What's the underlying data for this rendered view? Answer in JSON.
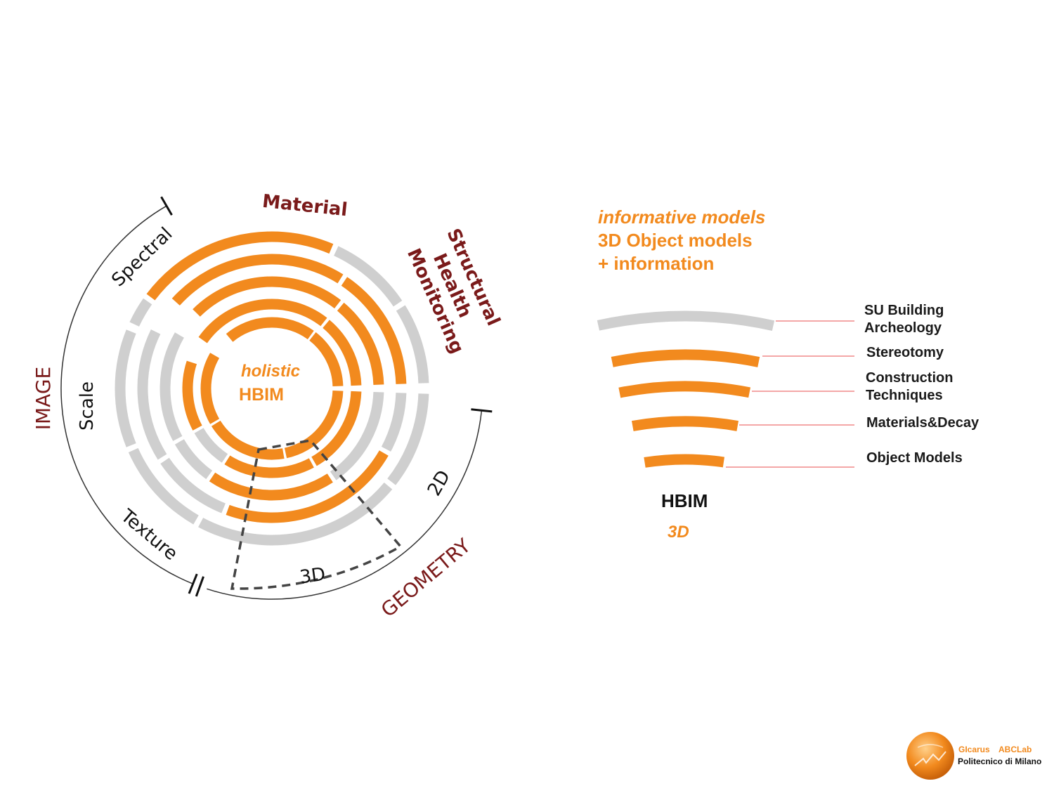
{
  "colors": {
    "orange": "#f28a1e",
    "gray": "#cfcfcf",
    "darkred": "#7a1a1a",
    "black": "#1a1a1a",
    "pink_line": "#f4a7a7"
  },
  "circle": {
    "center_title": "holistic",
    "center_subtitle": "HBIM",
    "sector_labels": {
      "material": "Material",
      "structural": [
        "Structural",
        "Health",
        "Monitoring"
      ],
      "spectral": "Spectral",
      "scale": "Scale",
      "texture": "Texture",
      "two_d": "2D",
      "three_d": "3D"
    },
    "outer_labels": {
      "image": "IMAGE",
      "geometry": "GEOMETRY"
    }
  },
  "info": {
    "line1": "informative models",
    "line2": "3D Object models",
    "line3": "+ information"
  },
  "layers": [
    {
      "label1": "SU Building",
      "label2": "Archeology",
      "color": "gray"
    },
    {
      "label1": "Stereotomy",
      "label2": "",
      "color": "orange"
    },
    {
      "label1": "Construction",
      "label2": "Techniques",
      "color": "orange"
    },
    {
      "label1": "Materials&Decay",
      "label2": "",
      "color": "orange"
    },
    {
      "label1": "Object Models",
      "label2": "",
      "color": "orange"
    }
  ],
  "hbim": {
    "title": "HBIM",
    "subtitle": "3D"
  },
  "logo": {
    "name1": "GIcarus",
    "name2": "ABCLab",
    "institution": "Politecnico di Milano",
    "icon": "globe-logo-icon"
  }
}
